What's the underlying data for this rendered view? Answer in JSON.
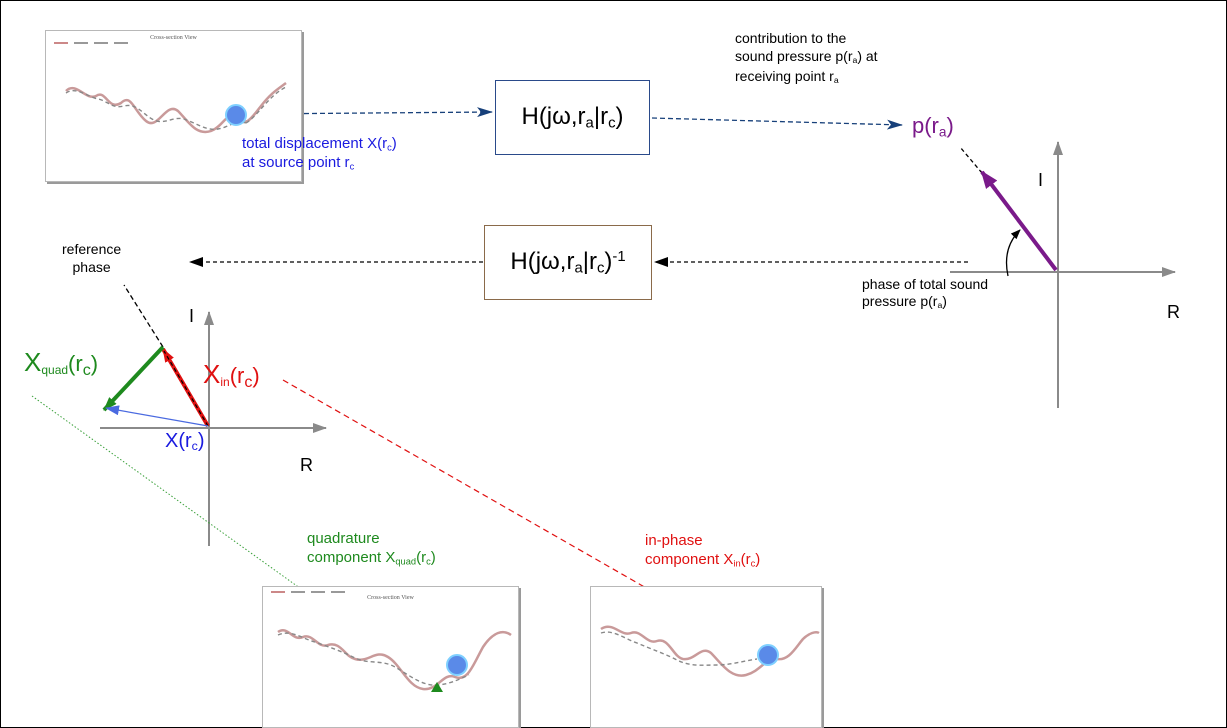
{
  "panels": {
    "title": "Cross-section View"
  },
  "transfer_box_forward": {
    "label": "H(jω,r",
    "sub_a": "a",
    "mid": "|r",
    "sub_c": "c",
    "end": ")"
  },
  "transfer_box_inverse": {
    "label": "H(jω,r",
    "sub_a": "a",
    "mid": "|r",
    "sub_c": "c",
    "end": ")",
    "exponent": "-1"
  },
  "labels": {
    "contribution_line1": "contribution to the",
    "contribution_line2_prefix": "sound pressure p(r",
    "contribution_line2_sub": "a",
    "contribution_line2_suffix": ") at",
    "contribution_line3_prefix": "receiving point r",
    "contribution_line3_sub": "a",
    "pressure_prefix": "p(r",
    "pressure_sub": "a",
    "pressure_suffix": ")",
    "total_disp_line1_prefix": "total displacement X(r",
    "total_disp_line1_sub": "c",
    "total_disp_line1_suffix": ")",
    "total_disp_line2_prefix": "at source point r",
    "total_disp_line2_sub": "c",
    "reference_line1": "reference",
    "reference_line2": "phase",
    "phase_total_line1": "phase of total sound",
    "phase_total_line2_prefix": "pressure p(r",
    "phase_total_line2_sub": "a",
    "phase_total_line2_suffix": ")",
    "axis_I": "I",
    "axis_R": "R",
    "xquad_prefix": "X",
    "xquad_sub": "quad",
    "xquad_suffix_open": "(r",
    "xquad_suffix_sub": "c",
    "xquad_suffix_close": ")",
    "xin_prefix": "X",
    "xin_sub": "in",
    "xin_open": "(r",
    "xin_sub2": "c",
    "xin_close": ")",
    "x_prefix": "X(r",
    "x_sub": "c",
    "x_suffix": ")",
    "quadrature_line1": "quadrature",
    "quadrature_line2_prefix": "component X",
    "quadrature_line2_sub": "quad",
    "quadrature_line2_open": "(r",
    "quadrature_line2_sub2": "c",
    "quadrature_line2_close": ")",
    "inphase_line1": "in-phase",
    "inphase_line2_prefix": "component X",
    "inphase_line2_sub": "in",
    "inphase_line2_open": "(r",
    "inphase_line2_sub2": "c",
    "inphase_line2_close": ")"
  },
  "colors": {
    "blue": "#1a1adf",
    "green": "#1e8a1e",
    "red": "#e01010",
    "purple": "#7a1a8a",
    "navy": "#17407a",
    "gray_axis": "#8a8a8a"
  }
}
